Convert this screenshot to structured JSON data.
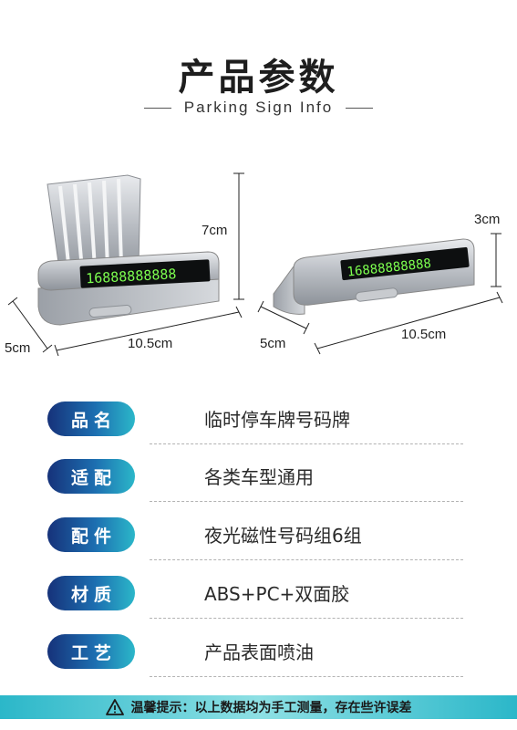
{
  "header": {
    "title": "产品参数",
    "subtitle": "Parking Sign Info"
  },
  "product_left": {
    "plate_digits": "16888888888",
    "height_label": "7cm",
    "width_label": "10.5cm",
    "depth_label": "5cm"
  },
  "product_right": {
    "plate_digits": "16888888888",
    "height_label": "3cm",
    "width_label": "10.5cm",
    "depth_label": "5cm"
  },
  "specs": [
    {
      "label": "品名",
      "value": "临时停车牌号码牌"
    },
    {
      "label": "适配",
      "value": "各类车型通用"
    },
    {
      "label": "配件",
      "value": "夜光磁性号码组6组"
    },
    {
      "label": "材质",
      "value": "ABS+PC+双面胶"
    },
    {
      "label": "工艺",
      "value": "产品表面喷油"
    }
  ],
  "footer": {
    "icon": "warning-icon",
    "notice": "温馨提示：以上数据均为手工测量，存在些许误差"
  },
  "colors": {
    "pill_start": "#16327a",
    "pill_end": "#2bb7c9",
    "digit_glow": "#7dff4f",
    "footer_band": "#2bb7c9"
  }
}
